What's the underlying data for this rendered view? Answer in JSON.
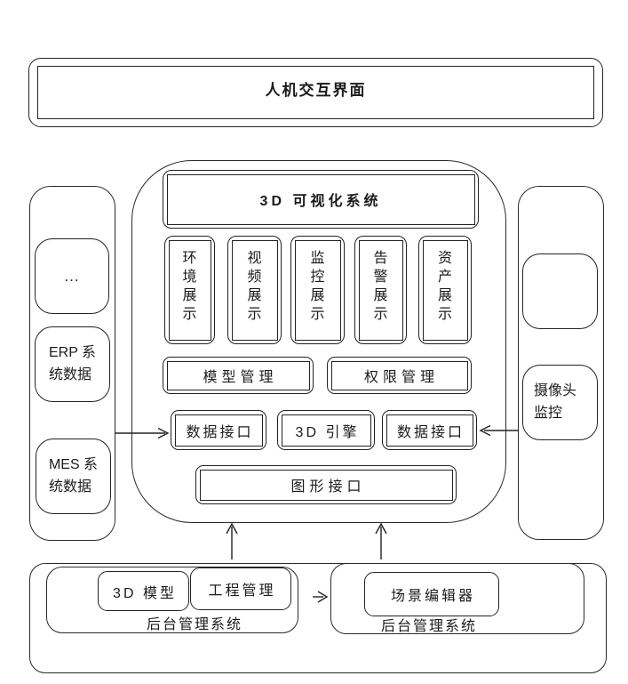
{
  "hmi": {
    "title": "人机交互界面"
  },
  "viz": {
    "title": "3D 可视化系统",
    "modules": [
      "环境展示",
      "视频展示",
      "监控展示",
      "告警展示",
      "资产展示"
    ],
    "model_mgmt": "模型管理",
    "permission_mgmt": "权限管理",
    "data_interface_left": "数据接口",
    "engine": "3D 引擎",
    "data_interface_right": "数据接口",
    "graphics_interface": "图形接口"
  },
  "left_sources": {
    "more": "...",
    "erp": "ERP 系\n统数据",
    "mes": "MES 系\n统数据"
  },
  "right_sources": {
    "camera": "摄像头\n监控"
  },
  "backend_left": {
    "model_3d": "3D 模型",
    "project_mgmt": "工程管理",
    "label": "后台管理系统"
  },
  "backend_right": {
    "scene_editor": "场景编辑器",
    "label": "后台管理系统"
  },
  "colors": {
    "line": "#222222",
    "background": "#ffffff"
  }
}
